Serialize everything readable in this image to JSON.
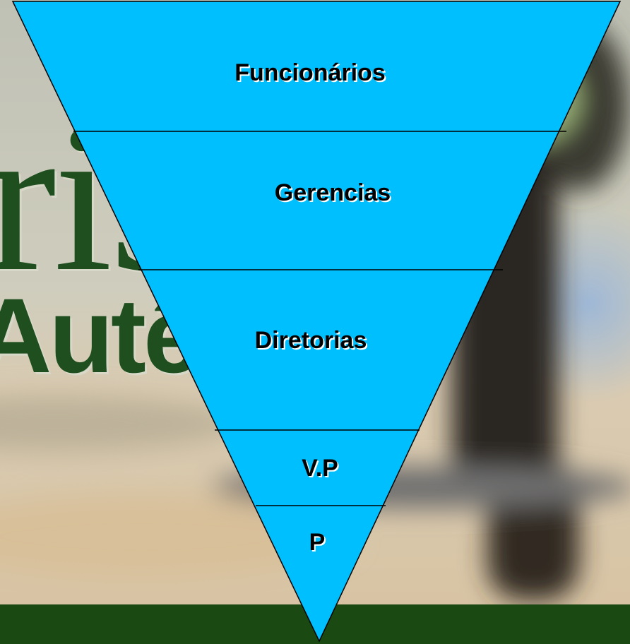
{
  "background": {
    "text_line_1": "ris",
    "text_line_2": "Autên"
  },
  "pyramid": {
    "levels": [
      {
        "label": "Funcionários"
      },
      {
        "label": "Gerencias"
      },
      {
        "label": "Diretorias"
      },
      {
        "label": "V.P"
      },
      {
        "label": "P"
      }
    ]
  },
  "colors": {
    "fill": "#00BFFF",
    "footer": "#1a4a12"
  }
}
